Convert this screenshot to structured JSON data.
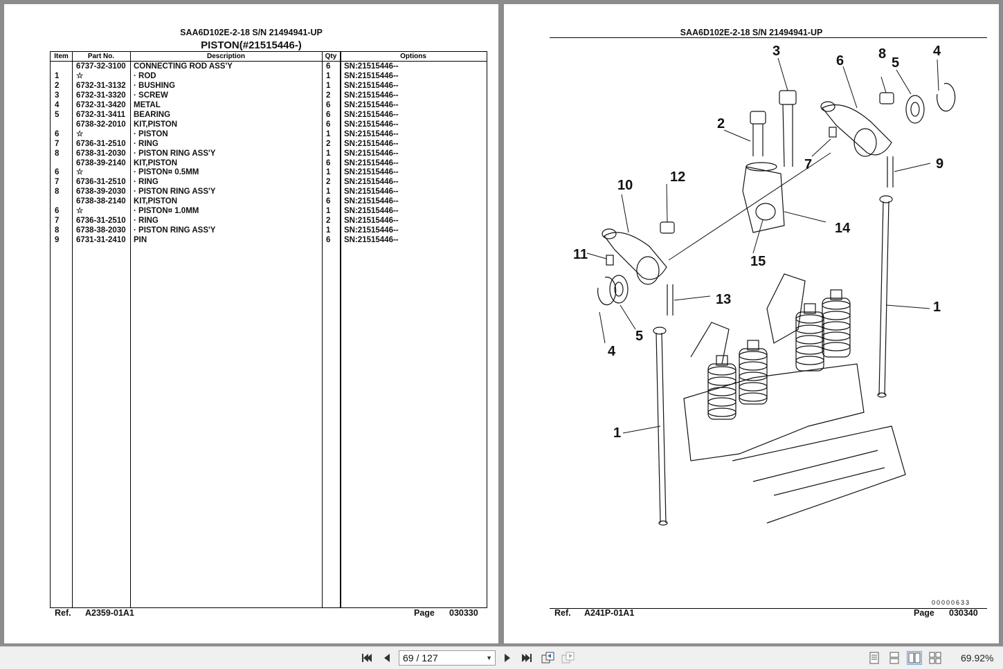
{
  "left_page": {
    "header": "SAA6D102E-2-18 S/N 21494941-UP",
    "title": "PISTON(#21515446-)",
    "columns": [
      "Item",
      "Part No.",
      "Description",
      "Qty",
      "Options"
    ],
    "rows": [
      {
        "item": "",
        "part": "6737-32-3100",
        "desc": "CONNECTING ROD ASS'Y",
        "qty": "6",
        "opt": "SN:21515446--"
      },
      {
        "item": "1",
        "part": "☆",
        "desc": "· ROD",
        "qty": "1",
        "opt": "SN:21515446--"
      },
      {
        "item": "2",
        "part": "6732-31-3132",
        "desc": "· BUSHING",
        "qty": "1",
        "opt": "SN:21515446--"
      },
      {
        "item": "3",
        "part": "6732-31-3320",
        "desc": "· SCREW",
        "qty": "2",
        "opt": "SN:21515446--"
      },
      {
        "item": "4",
        "part": "6732-31-3420",
        "desc": "METAL",
        "qty": "6",
        "opt": "SN:21515446--"
      },
      {
        "item": "5",
        "part": "6732-31-3411",
        "desc": "BEARING",
        "qty": "6",
        "opt": "SN:21515446--"
      },
      {
        "item": "",
        "part": "6738-32-2010",
        "desc": "KIT,PISTON",
        "qty": "6",
        "opt": "SN:21515446--"
      },
      {
        "item": "6",
        "part": "☆",
        "desc": "· PISTON",
        "qty": "1",
        "opt": "SN:21515446--"
      },
      {
        "item": "7",
        "part": "6736-31-2510",
        "desc": "· RING",
        "qty": "2",
        "opt": "SN:21515446--"
      },
      {
        "item": "8",
        "part": "6738-31-2030",
        "desc": "· PISTON RING ASS'Y",
        "qty": "1",
        "opt": "SN:21515446--"
      },
      {
        "item": "",
        "part": "6738-39-2140",
        "desc": "KIT,PISTON",
        "qty": "6",
        "opt": "SN:21515446--"
      },
      {
        "item": "6",
        "part": "☆",
        "desc": "· PISTON¤ 0.5MM",
        "qty": "1",
        "opt": "SN:21515446--"
      },
      {
        "item": "7",
        "part": "6736-31-2510",
        "desc": "· RING",
        "qty": "2",
        "opt": "SN:21515446--"
      },
      {
        "item": "8",
        "part": "6738-39-2030",
        "desc": "· PISTON RING ASS'Y",
        "qty": "1",
        "opt": "SN:21515446--"
      },
      {
        "item": "",
        "part": "6738-38-2140",
        "desc": "KIT,PISTON",
        "qty": "6",
        "opt": "SN:21515446--"
      },
      {
        "item": "6",
        "part": "☆",
        "desc": "· PISTON¤ 1.0MM",
        "qty": "1",
        "opt": "SN:21515446--"
      },
      {
        "item": "7",
        "part": "6736-31-2510",
        "desc": "· RING",
        "qty": "2",
        "opt": "SN:21515446--"
      },
      {
        "item": "8",
        "part": "6738-38-2030",
        "desc": "· PISTON RING ASS'Y",
        "qty": "1",
        "opt": "SN:21515446--"
      },
      {
        "item": "9",
        "part": "6731-31-2410",
        "desc": "PIN",
        "qty": "6",
        "opt": "SN:21515446--"
      }
    ],
    "footer": {
      "ref_label": "Ref.",
      "ref": "A2359-01A1",
      "page_label": "Page",
      "page": "030330"
    }
  },
  "right_page": {
    "header": "SAA6D102E-2-18 S/N 21494941-UP",
    "callouts": [
      "1",
      "1",
      "2",
      "3",
      "4",
      "4",
      "5",
      "5",
      "6",
      "7",
      "8",
      "9",
      "10",
      "11",
      "12",
      "13",
      "14",
      "15"
    ],
    "doc_code": "00000633",
    "footer": {
      "ref_label": "Ref.",
      "ref": "A241P-01A1",
      "page_label": "Page",
      "page": "030340"
    }
  },
  "toolbar": {
    "page_field": "69 / 127",
    "zoom": "69.92%",
    "icons": [
      "first-page-icon",
      "prev-page-icon",
      "next-page-icon",
      "last-page-icon",
      "back-view-icon",
      "forward-view-icon",
      "single-page-icon",
      "continuous-icon",
      "facing-icon",
      "continuous-facing-icon"
    ]
  }
}
